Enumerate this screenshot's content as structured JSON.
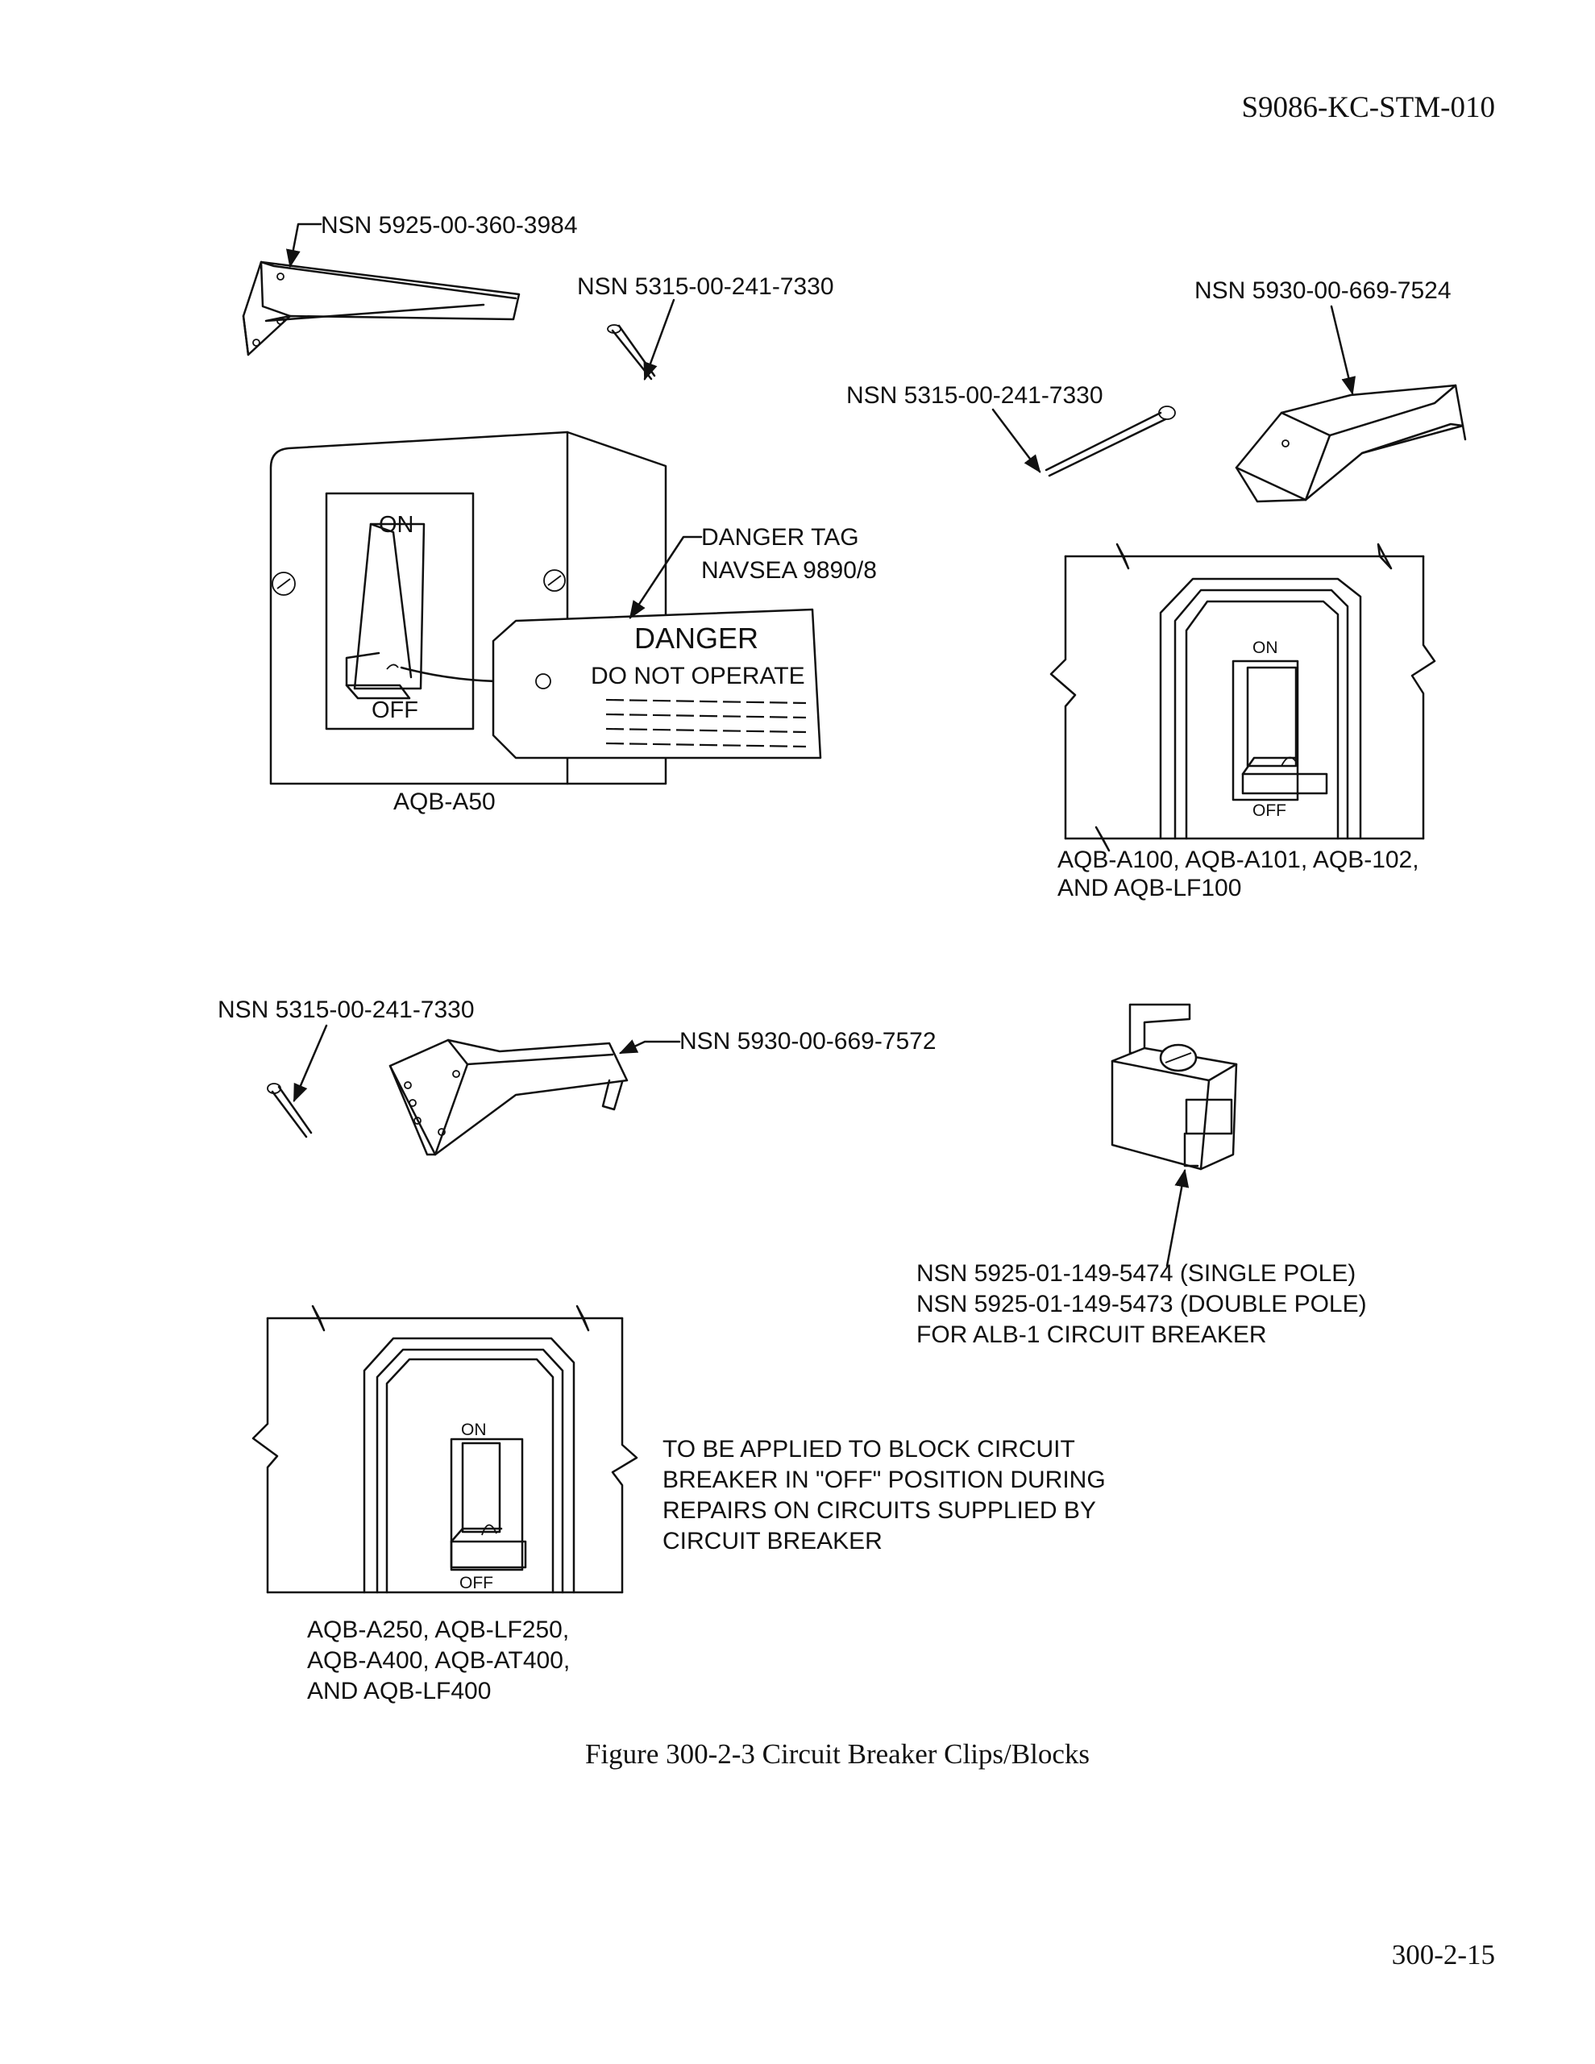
{
  "header": {
    "doc_code": "S9086-KC-STM-010"
  },
  "figure": {
    "caption": "Figure 300-2-3  Circuit Breaker Clips/Blocks",
    "labels": {
      "clip_block_top_left": "NSN 5925-00-360-3984",
      "cotter_pin_top": "NSN 5315-00-241-7330",
      "clip_top_right": "NSN 5930-00-669-7524",
      "cotter_pin_right": "NSN 5315-00-241-7330",
      "danger_tag_line1": "DANGER TAG",
      "danger_tag_line2": "NAVSEA 9890/8",
      "tag_title": "DANGER",
      "tag_subtitle": "DO NOT OPERATE",
      "breaker_a50_on": "ON",
      "breaker_a50_off": "OFF",
      "breaker_a50_caption": "AQB-A50",
      "breaker_a100_on": "ON",
      "breaker_a100_off": "OFF",
      "breaker_a100_caption_1": "AQB-A100, AQB-A101, AQB-102,",
      "breaker_a100_caption_2": "AND AQB-LF100",
      "cotter_pin_mid": "NSN 5315-00-241-7330",
      "clip_mid": "NSN 5930-00-669-7572",
      "alb_line1": "NSN 5925-01-149-5474 (SINGLE POLE)",
      "alb_line2": "NSN 5925-01-149-5473 (DOUBLE POLE)",
      "alb_line3": "FOR ALB-1 CIRCUIT BREAKER",
      "breaker_a250_on": "ON",
      "breaker_a250_off": "OFF",
      "breaker_a250_caption_1": "AQB-A250, AQB-LF250,",
      "breaker_a250_caption_2": "AQB-A400, AQB-AT400,",
      "breaker_a250_caption_3": "AND AQB-LF400",
      "note_line1": "TO BE APPLIED TO BLOCK CIRCUIT",
      "note_line2": "BREAKER IN \"OFF\" POSITION DURING",
      "note_line3": "REPAIRS  ON CIRCUITS SUPPLIED BY",
      "note_line4": "CIRCUIT BREAKER"
    }
  },
  "footer": {
    "page_number": "300-2-15"
  }
}
